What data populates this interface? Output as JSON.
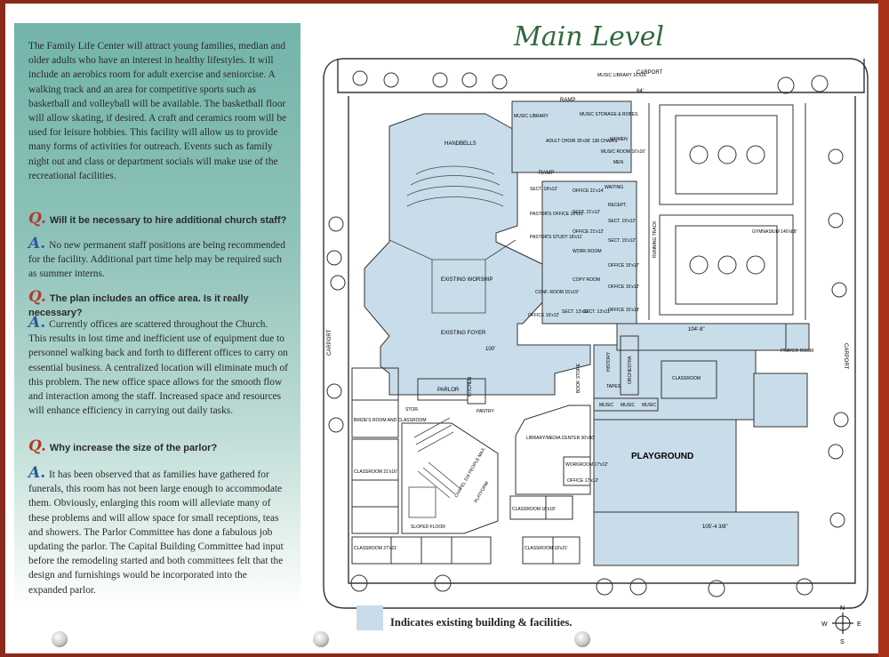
{
  "intro": {
    "paragraph": "The Family Life Center will attract young families, median and older adults who have an interest in healthy lifestyles. It will include an aerobics room for adult exercise and seniorcise. A walking track and an area for competitive sports such as basketball and volleyball will be available. The basketball floor will allow skating, if desired. A craft and ceramics room will be used for leisure hobbies. This facility will allow us to provide many forms of activities for outreach. Events such as family night out and class or department socials will make use of the recreational facilities."
  },
  "qa": [
    {
      "q_mark": "Q.",
      "question": "Will it be necessary to hire additional church staff?",
      "a_mark": "A.",
      "answer": "No new permanent staff positions are being recommended for the facility. Additional part time help may be required such as summer interns."
    },
    {
      "q_mark": "Q.",
      "question": "The plan includes an office area. Is it really necessary?",
      "a_mark": "A.",
      "answer": "Currently offices are scattered throughout the Church. This results in lost time and inefficient use of equipment due to personnel walking back and forth to different offices to carry on essential business. A centralized location will eliminate much of this problem. The new office space allows for the smooth flow and interaction among the staff. Increased space and resources will enhance efficiency in carrying out daily tasks."
    },
    {
      "q_mark": "Q.",
      "question": "Why increase the size of the parlor?",
      "a_mark": "A.",
      "answer": "It has been observed that as families have gathered for funerals, this room has not been large enough to accommodate them. Obviously, enlarging this room will alleviate many of these problems and will allow space for small receptions, teas and showers. The Parlor Committee has done a fabulous job updating the parlor. The Capital Building Committee had input before the remodeling started and both committees felt that the design and furnishings would be incorporated into the expanded parlor."
    }
  ],
  "plan": {
    "title": "Main Level",
    "legend": "Indicates existing building & facilities.",
    "compass": {
      "n": "N",
      "s": "S",
      "e": "E",
      "w": "W"
    },
    "labels": {
      "music_library": "MUSIC LIBRARY 16'x16'",
      "carport_top": "CARPORT",
      "ramp": "RAMP",
      "handbells": "HANDBELLS",
      "music_library2": "MUSIC LIBRARY",
      "music_storage": "MUSIC STORAGE & ROBES",
      "adult_choir": "ADULT CHOIR 35'x36' 138 CHAIRS",
      "music_room": "MUSIC ROOM 16'x16'",
      "women": "WOMEN",
      "men": "MEN",
      "sect1": "SECT. 18'x12'",
      "office1": "OFFICE 21'x14'",
      "waiting": "WAITING",
      "recept": "RECEPT.",
      "pastors_office": "PASTOR'S OFFICE 18'x21'",
      "sect2": "SECT. 21'x12'",
      "sect3": "SECT. 15'x12'",
      "running_track": "RUNNING TRACK",
      "gymnasium": "GYMNASIUM 140'x88'",
      "pastors_study": "PASTOR'S STUDY 18'x11'",
      "office2": "OFFICE 21'x12'",
      "sect4": "SECT. 15'x12'",
      "work_room": "WORK ROOM",
      "office3": "OFFICE 15'x17'",
      "existing_worship": "EXISTING WORSHIP",
      "copy_room": "COPY ROOM",
      "conf_room": "CONF. ROOM 15'x19'",
      "office4": "OFFICE 15'x12'",
      "sect5": "SECT. 13'x11'",
      "sect6": "SECT. 13'x11'",
      "office5": "OFFICE 15'x18'",
      "office6": "OFFICE 16'x12'",
      "existing_foyer": "EXISTING FOYER",
      "dim_100": "100'",
      "carport_left": "CARPORT",
      "carport_right": "CARPORT",
      "prayer_room": "PRAYER ROOM",
      "history": "HISTORY",
      "tapes": "TAPES",
      "orchestra": "ORCHESTRA",
      "classroom": "CLASSROOM",
      "music": "MUSIC",
      "parlor": "PARLOR",
      "kitchen": "KITCHEN",
      "pantry": "PANTRY",
      "stor": "STOR.",
      "book": "BOOK STORE",
      "bride_room": "BRIDE'S ROOM AND CLASSROOM",
      "library": "LIBRARY/MEDIA CENTER 30'x50'",
      "playground": "PLAYGROUND",
      "classroom_21x16": "CLASSROOM 21'x16'",
      "workroom": "WORKROOM 17'x12'",
      "office7": "OFFICE 17'x12'",
      "chapel": "CHAPEL 316 PEOPLE MAX.",
      "platform": "PLATFORM",
      "sloped": "SLOPED FLOOR",
      "classroom_18x18": "CLASSROOM 18'x18'",
      "classroom_27x21": "CLASSROOM 27'x21'",
      "classroom_18x21": "CLASSROOM 18'x21'",
      "dim_105": "105'-4 3/8\"",
      "dim_104": "104'-8\"",
      "dim_84": "84'"
    }
  }
}
